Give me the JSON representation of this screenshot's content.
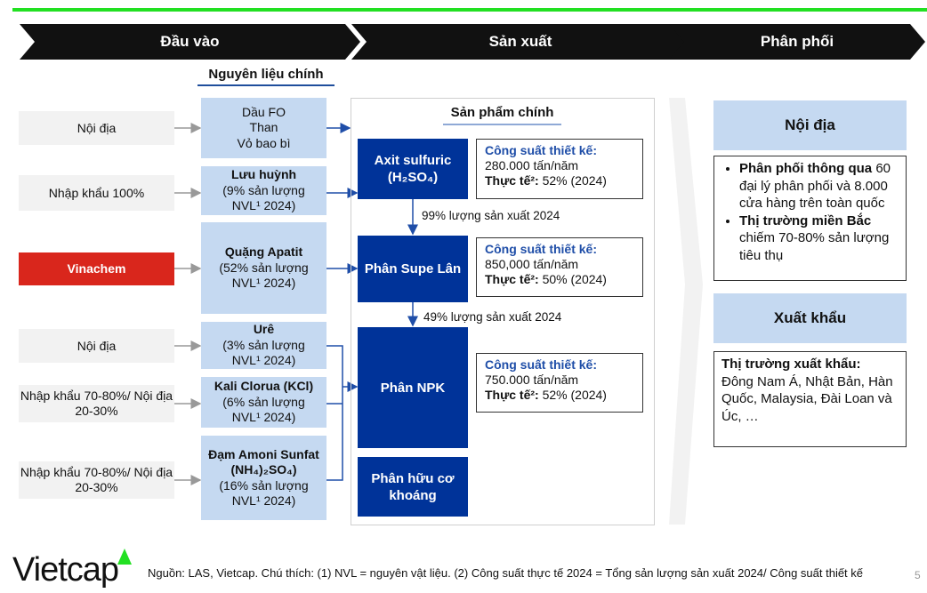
{
  "header": {
    "stages": [
      "Đầu vào",
      "Sản xuất",
      "Phân phối"
    ]
  },
  "inputs": {
    "heading": "Nguyên liệu chính",
    "sources": [
      "Nội địa",
      "Nhập khẩu 100%",
      "Vinachem",
      "Nội địa",
      "Nhập khẩu 70-80%/ Nội địa 20-30%",
      "Nhập khẩu 70-80%/ Nội địa 20-30%"
    ],
    "materials": [
      {
        "lines": [
          "Dầu FO",
          "Than",
          "Vỏ bao bì"
        ]
      },
      {
        "name": "Lưu huỳnh",
        "lines": [
          "(9% sản lượng",
          "NVL¹ 2024)"
        ]
      },
      {
        "name": "Quặng Apatit",
        "lines": [
          "(52% sản lượng",
          "NVL¹ 2024)"
        ]
      },
      {
        "name": "Urê",
        "lines": [
          "(3% sản lượng",
          "NVL¹ 2024)"
        ]
      },
      {
        "name": "Kali Clorua (KCl)",
        "lines": [
          "(6% sản lượng",
          "NVL¹ 2024)"
        ]
      },
      {
        "name": "Đạm Amoni Sunfat",
        "formula": "(NH₄)₂SO₄)",
        "lines": [
          "(16% sản lượng",
          "NVL¹ 2024)"
        ]
      }
    ]
  },
  "production": {
    "heading": "Sản phẩm chính",
    "products": [
      "Axit sulfuric",
      "(H₂SO₄)",
      "Phân Supe Lân",
      "Phân NPK",
      "Phân hữu cơ khoáng"
    ],
    "capacities": [
      {
        "label": "Công suất thiết kế:",
        "value": "280.000 tấn/năm",
        "actual_label": "Thực tế²:",
        "actual": "52% (2024)"
      },
      {
        "label": "Công suất thiết kế:",
        "value": "850,000 tấn/năm",
        "actual_label": "Thực tế²:",
        "actual": "50% (2024)"
      },
      {
        "label": "Công suất thiết kế:",
        "value": "750.000 tấn/năm",
        "actual_label": "Thực tế²:",
        "actual": "52% (2024)"
      }
    ],
    "flows": [
      "99% lượng sản xuất 2024",
      "49% lượng sản xuất 2024"
    ]
  },
  "distribution": {
    "domestic": "Nội địa",
    "domestic_points": [
      {
        "bold": "Phân phối thông qua",
        "text": "60 đại lý phân phối và 8.000 cửa hàng trên toàn quốc"
      },
      {
        "bold": "Thị trường miền Bắc",
        "text": "chiếm 70-80% sản lượng tiêu thụ"
      }
    ],
    "export": "Xuất khẩu",
    "export_title": "Thị trường xuất khẩu:",
    "export_text": "Đông Nam Á, Nhật Bản, Hàn Quốc, Malaysia, Đài Loan và Úc, …"
  },
  "footer": {
    "logo": "Vietcap",
    "note": "Nguồn: LAS, Vietcap. Chú thích: (1) NVL = nguyên vật liệu. (2) Công suất thực tế 2024 = Tổng sản lượng sản xuất 2024/ Công suất thiết kế",
    "page": "5"
  },
  "colors": {
    "accent_green": "#22e022",
    "navy": "#003399",
    "light_blue": "#c5d9f1",
    "red": "#d9261c"
  }
}
